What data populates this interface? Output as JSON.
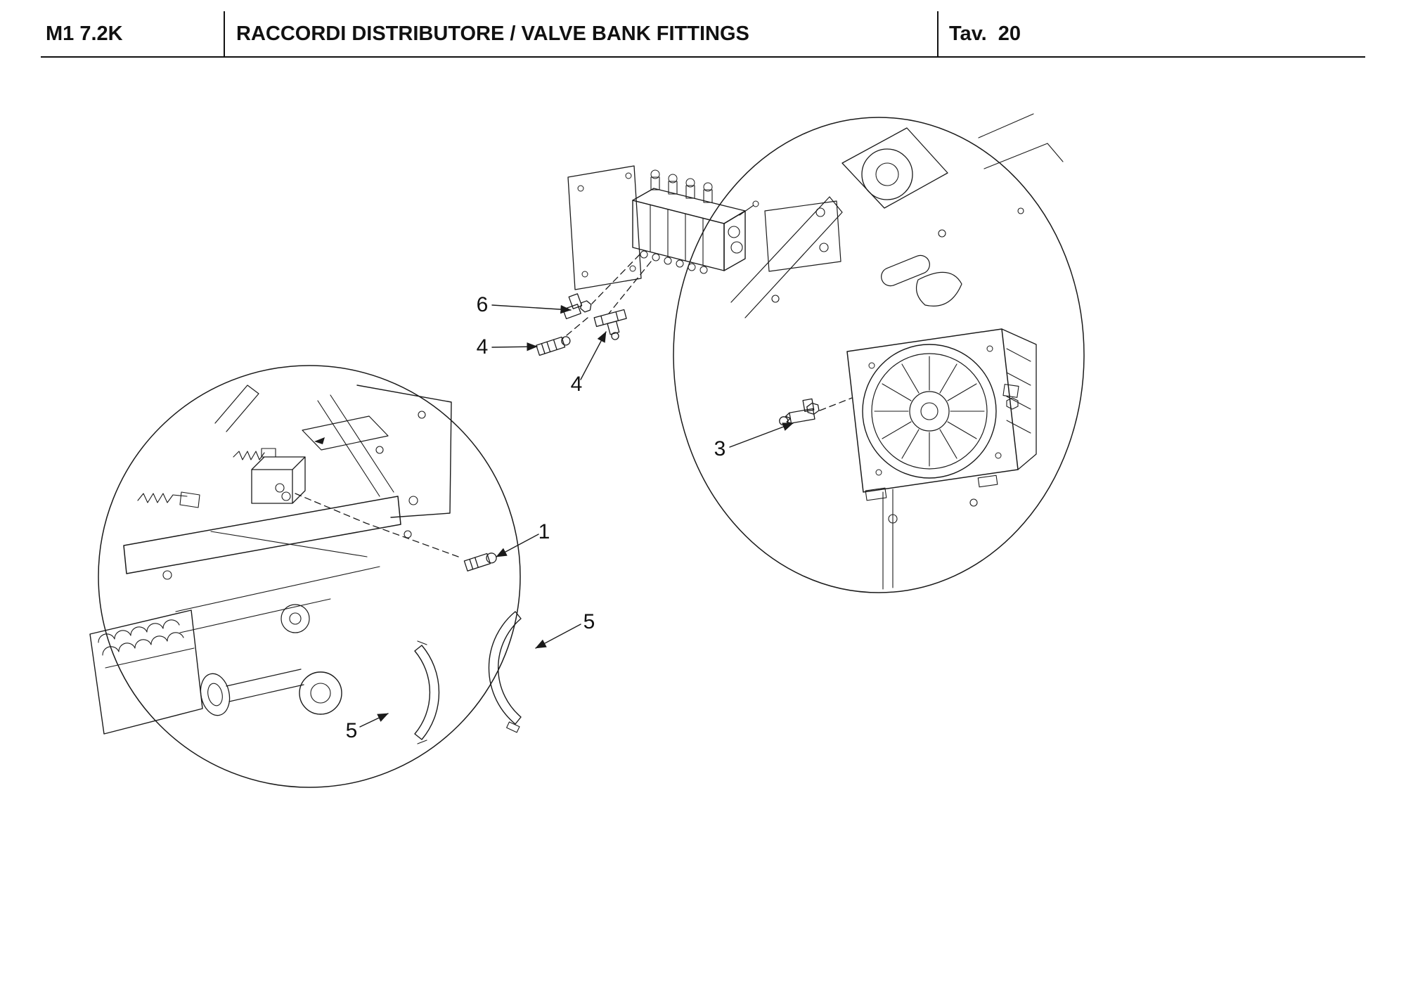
{
  "header": {
    "model": "M1 7.2K",
    "title": "RACCORDI DISTRIBUTORE / VALVE BANK FITTINGS",
    "table_label": "Tav.",
    "table_number": "20"
  },
  "diagram": {
    "callouts": {
      "c1": "1",
      "c3": "3",
      "c4_top": "4",
      "c4_bottom": "4",
      "c5_left": "5",
      "c5_right": "5",
      "c6": "6"
    }
  },
  "colors": {
    "line": "#1a1a1a",
    "background": "#ffffff"
  }
}
